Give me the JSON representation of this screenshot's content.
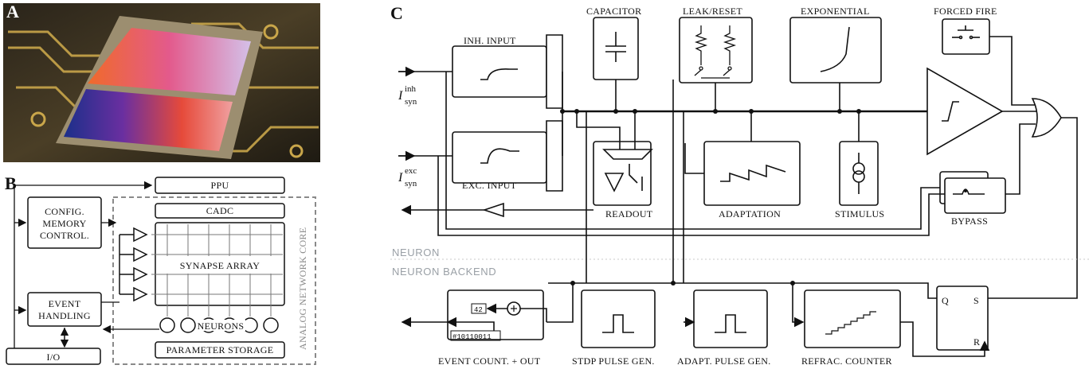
{
  "panels": {
    "a": "A",
    "b": "B",
    "c": "C"
  },
  "panel_b": {
    "ppu": "PPU",
    "config": [
      "CONFIG.",
      "MEMORY",
      "CONTROL."
    ],
    "cadc": "CADC",
    "synapse_array": "SYNAPSE ARRAY",
    "event": [
      "EVENT",
      "HANDLING"
    ],
    "neurons": "NEURONS",
    "io": "I/O",
    "parameter_storage": "PARAMETER STORAGE",
    "analog_core": "ANALOG NETWORK CORE"
  },
  "panel_c": {
    "inh_input": "INH. INPUT",
    "exc_input": "EXC. INPUT",
    "i_syn_inh": {
      "base": "I",
      "sup": "inh",
      "sub": "syn"
    },
    "i_syn_exc": {
      "base": "I",
      "sup": "exc",
      "sub": "syn"
    },
    "capacitor": "CAPACITOR",
    "leak_reset": "LEAK/RESET",
    "exponential": "EXPONENTIAL",
    "forced_fire": "FORCED FIRE",
    "readout": "READOUT",
    "adaptation": "ADAPTATION",
    "stimulus": "STIMULUS",
    "bypass": "BYPASS",
    "section_neuron": "NEURON",
    "section_backend": "NEURON BACKEND",
    "counter_value": "42",
    "address_value": "#10110011",
    "event_count": "EVENT COUNT. + OUT",
    "stdp_pulse": "STDP PULSE GEN.",
    "adapt_pulse": "ADAPT. PULSE GEN.",
    "refrac_counter": "REFRAC. COUNTER",
    "ff_q": "Q",
    "ff_s": "S",
    "ff_r": "R"
  },
  "colors": {
    "stroke": "#111111",
    "dashed": "#8a8a8a",
    "section_text": "#9aa0a6",
    "divider": "#c8c8c8"
  },
  "icons": [
    "chip-photo",
    "amplifier-triangle",
    "or-gate",
    "comparator",
    "current-source",
    "switch",
    "resistor",
    "capacitor-symbol",
    "adder-circle"
  ]
}
